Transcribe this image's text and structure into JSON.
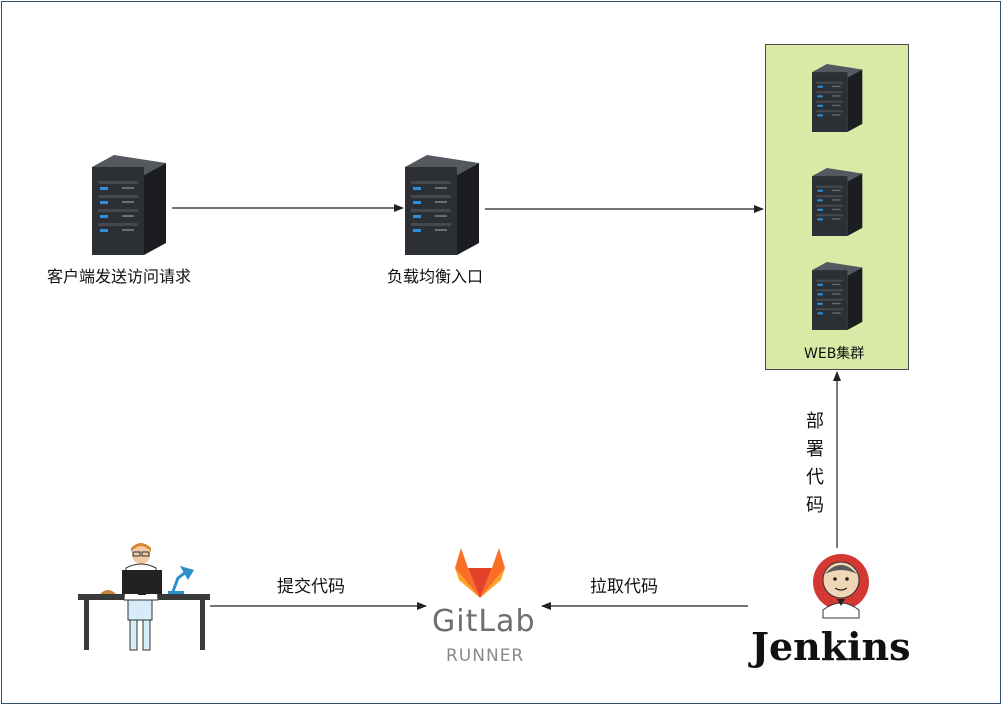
{
  "nodes": {
    "client_label": "客户端发送访问请求",
    "lb_label": "负载均衡入口",
    "cluster_label": "WEB集群",
    "deploy_chars": [
      "部",
      "署",
      "代",
      "码"
    ],
    "commit_label": "提交代码",
    "pull_label": "拉取代码",
    "gitlab_title": "GitLab",
    "gitlab_sub": "RUNNER",
    "jenkins_title": "Jenkins"
  },
  "colors": {
    "cluster_fill": "#d9eaa6",
    "server_body": "#2c2f33",
    "server_light": "#2f8fd8",
    "gitlab_orange": "#fc6d26",
    "gitlab_red": "#e24329",
    "gitlab_yellow": "#fca326",
    "jenkins_red": "#d33833"
  },
  "icons": [
    "server-icon",
    "developer-desk-icon",
    "gitlab-logo-icon",
    "jenkins-logo-icon"
  ]
}
